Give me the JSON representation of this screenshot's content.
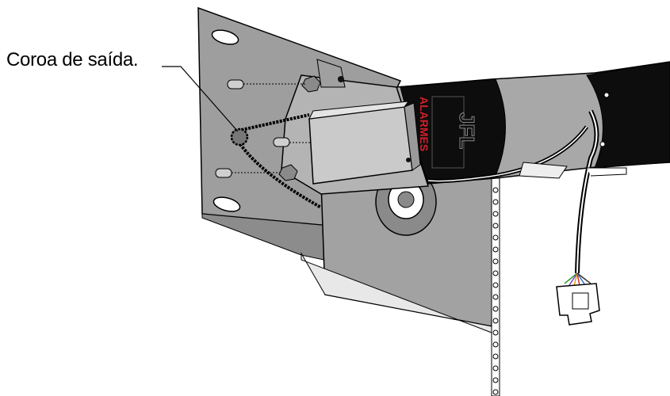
{
  "callout": {
    "label": "Coroa de saída."
  },
  "brand": {
    "logo_text": "JFL",
    "subtitle": "ALARMES",
    "subtitle_color": "#d0202a"
  },
  "colors": {
    "plate": "#9a9a9a",
    "plate_dark": "#7a7a7a",
    "tube_black": "#0d0d0d",
    "tube_gray": "#a8a8a8",
    "box": "#c9c9c9",
    "outline": "#000000"
  }
}
